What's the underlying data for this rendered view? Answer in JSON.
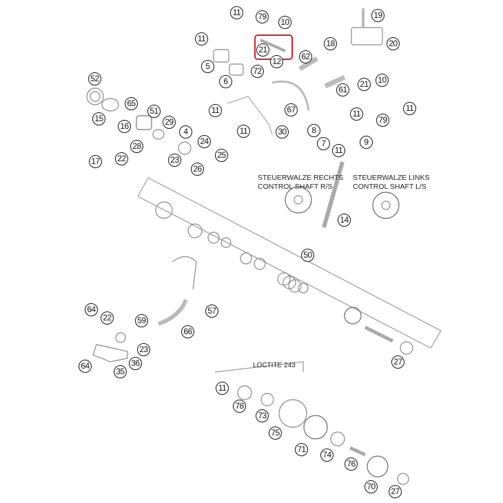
{
  "diagram": {
    "callouts": [
      "11",
      "79",
      "10",
      "19",
      "11",
      "21",
      "12",
      "62",
      "18",
      "20",
      "5",
      "6",
      "72",
      "52",
      "65",
      "51",
      "15",
      "16",
      "29",
      "4",
      "28",
      "24",
      "25",
      "17",
      "22",
      "23",
      "26",
      "21",
      "10",
      "61",
      "11",
      "79",
      "11",
      "67",
      "11",
      "30",
      "8",
      "11",
      "7",
      "11",
      "9",
      "14",
      "50",
      "57",
      "64",
      "22",
      "59",
      "66",
      "23",
      "36",
      "64",
      "35",
      "27",
      "11",
      "78",
      "73",
      "75",
      "71",
      "74",
      "76",
      "70",
      "27"
    ],
    "control_shaft_right": {
      "de": "STEUERWALZE RECHTS",
      "en": "CONTROL SHAFT R/S"
    },
    "control_shaft_left": {
      "de": "STEUERWALZE LINKS",
      "en": "CONTROL SHAFT L/S"
    },
    "loctite_note": "LOCTITE 243",
    "highlight_color": "#d4202a"
  }
}
